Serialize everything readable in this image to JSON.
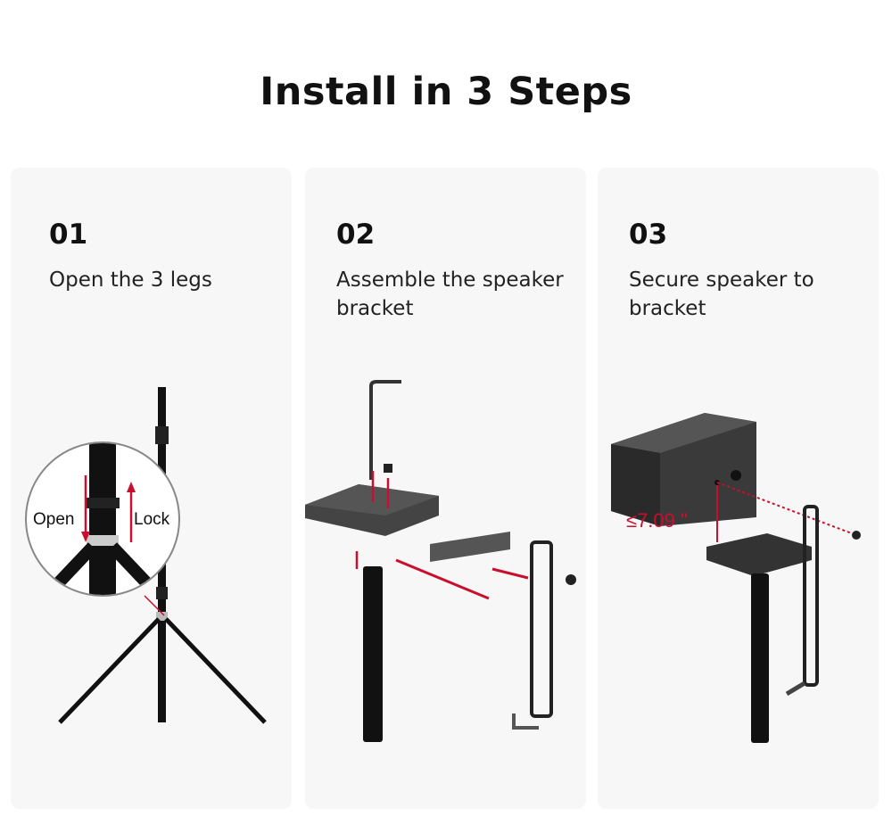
{
  "title": "Install in 3 Steps",
  "accent_color": "#c8102e",
  "steps": [
    {
      "number": "01",
      "text": "Open the 3 legs",
      "labels": {
        "open": "Open",
        "lock": "Lock"
      }
    },
    {
      "number": "02",
      "text": "Assemble the speaker bracket"
    },
    {
      "number": "03",
      "text": "Secure speaker to bracket",
      "dimension": "≤7.09 \""
    }
  ]
}
